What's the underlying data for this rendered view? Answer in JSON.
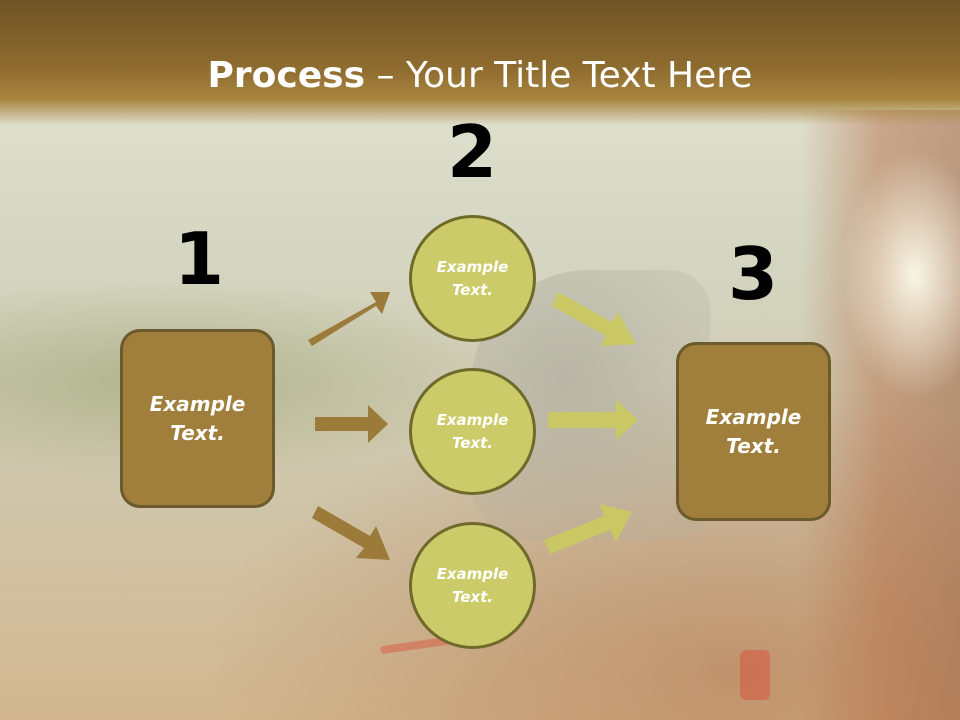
{
  "slide": {
    "title_bold": "Process",
    "title_rest": " – Your Title Text Here"
  },
  "steps": {
    "step1_number": "1",
    "step2_number": "2",
    "step3_number": "3"
  },
  "nodes": {
    "left_box": "Example\nText.",
    "circle_top": "Example\nText.",
    "circle_middle": "Example\nText.",
    "circle_bottom": "Example\nText.",
    "right_box": "Example\nText."
  },
  "colors": {
    "title_band": "#8f6c2f",
    "box_fill": "#a07e3b",
    "circle_fill": "#cccb69",
    "arrow_brown": "#9b7a3a",
    "arrow_yellow": "#c9c864"
  }
}
